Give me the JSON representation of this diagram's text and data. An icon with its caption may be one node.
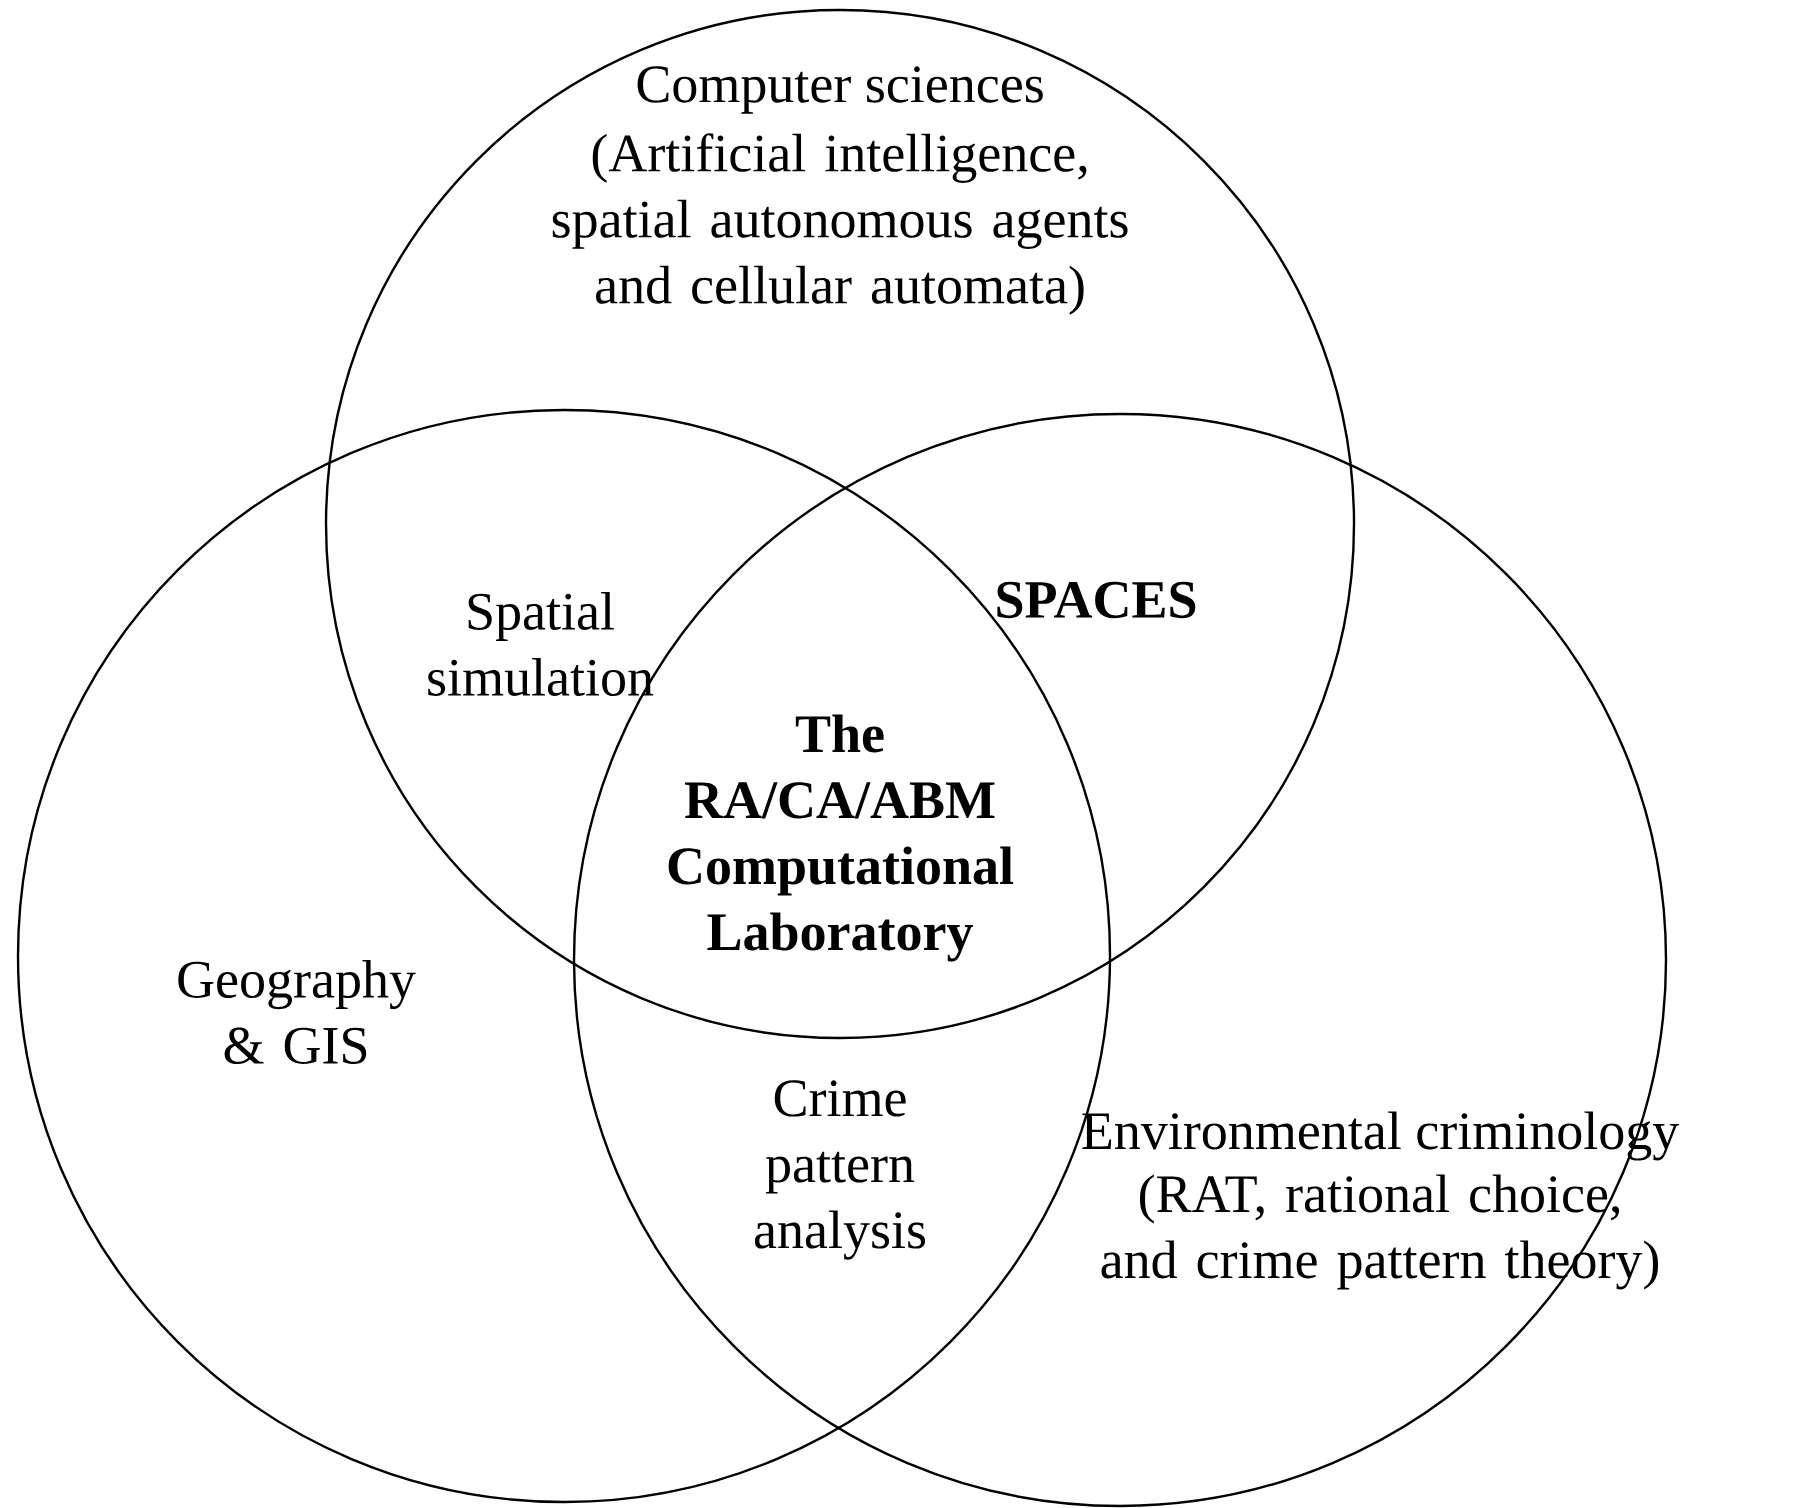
{
  "diagram": {
    "nodes": [
      {
        "text": [
          "Computer sciences",
          "(Artificial intelligence, spatial autonomous agents and cellular automata)"
        ]
      },
      {
        "text": [
          "Geography & GIS"
        ]
      },
      {
        "text": [
          "Environmental criminology",
          "(RAT, rational choice, and crime pattern theory)"
        ]
      }
    ],
    "labels": [
      "Spatial simulation",
      "SPACES",
      "The RA/CA/ABM Computational Laboratory",
      "Crime pattern analysis"
    ]
  }
}
